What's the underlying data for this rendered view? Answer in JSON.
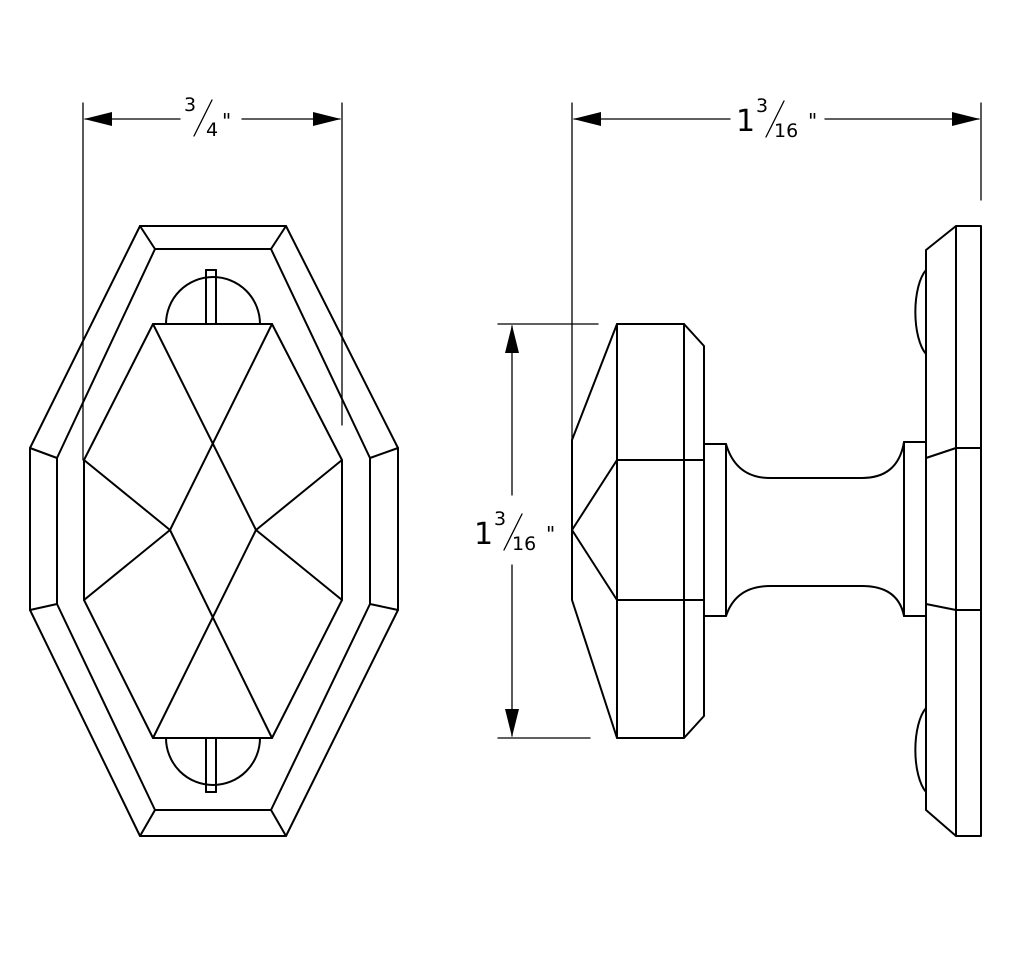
{
  "dimensions": {
    "front_width": {
      "whole": "",
      "num": "3",
      "den": "4",
      "unit": "\""
    },
    "side_depth": {
      "whole": "1",
      "num": "3",
      "den": "16",
      "unit": "\""
    },
    "side_height": {
      "whole": "1",
      "num": "3",
      "den": "16",
      "unit": "\""
    }
  }
}
